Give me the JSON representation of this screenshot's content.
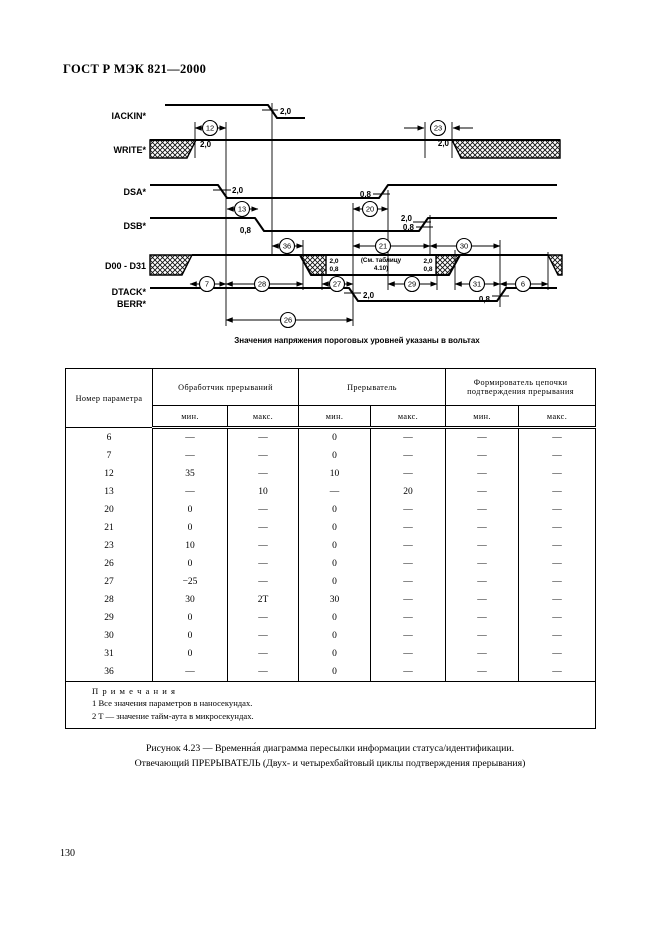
{
  "page": {
    "header": "ГОСТ Р МЭК 821—2000",
    "page_number": "130"
  },
  "diagram": {
    "signals": {
      "iackin": "IACKIN*",
      "write": "WRITE*",
      "dsa": "DSA*",
      "dsb": "DSB*",
      "bus": "D00 - D31",
      "dtack": "DTACK*",
      "berr": "BERR*"
    },
    "levels": {
      "v20": "2,0",
      "v08": "0,8"
    },
    "params": {
      "p6": "6",
      "p7": "7",
      "p12": "12",
      "p13": "13",
      "p20": "20",
      "p21": "21",
      "p23": "23",
      "p26": "26",
      "p27": "27",
      "p28": "28",
      "p29": "29",
      "p30": "30",
      "p31": "31",
      "p36": "36"
    },
    "bus_note_line1": "(См. таблицу",
    "bus_note_line2": "4.10)",
    "footnote": "Значения напряжения пороговых уровней указаны в вольтах"
  },
  "table": {
    "header": {
      "param": "Номер параметра",
      "group1": "Обработчик прерываний",
      "group2": "Прерыватель",
      "group3": "Формирователь цепочки подтверждения прерывания",
      "min": "мин.",
      "max": "макс."
    },
    "rows": [
      [
        "6",
        "—",
        "—",
        "0",
        "—",
        "—",
        "—"
      ],
      [
        "7",
        "—",
        "—",
        "0",
        "—",
        "—",
        "—"
      ],
      [
        "12",
        "35",
        "—",
        "10",
        "—",
        "—",
        "—"
      ],
      [
        "13",
        "—",
        "10",
        "—",
        "20",
        "—",
        "—"
      ],
      [
        "20",
        "0",
        "—",
        "0",
        "—",
        "—",
        "—"
      ],
      [
        "21",
        "0",
        "—",
        "0",
        "—",
        "—",
        "—"
      ],
      [
        "23",
        "10",
        "—",
        "0",
        "—",
        "—",
        "—"
      ],
      [
        "26",
        "0",
        "—",
        "0",
        "—",
        "—",
        "—"
      ],
      [
        "27",
        "−25",
        "—",
        "0",
        "—",
        "—",
        "—"
      ],
      [
        "28",
        "30",
        "2T",
        "30",
        "—",
        "—",
        "—"
      ],
      [
        "29",
        "0",
        "—",
        "0",
        "—",
        "—",
        "—"
      ],
      [
        "30",
        "0",
        "—",
        "0",
        "—",
        "—",
        "—"
      ],
      [
        "31",
        "0",
        "—",
        "0",
        "—",
        "—",
        "—"
      ],
      [
        "36",
        "—",
        "—",
        "0",
        "—",
        "—",
        "—"
      ]
    ],
    "notes": [
      "П р и м е ч а н и я",
      "1 Все значения параметров в наносекундах.",
      "2 T — значение тайм-аута в микросекундах."
    ]
  },
  "caption": {
    "line1": "Рисунок 4.23 — Временна́я диаграмма пересылки информации статуса/идентификации.",
    "line2": "Отвечающий ПРЕРЫВАТЕЛЬ (Двух- и четырехбайтовый циклы подтверждения прерывания)"
  }
}
